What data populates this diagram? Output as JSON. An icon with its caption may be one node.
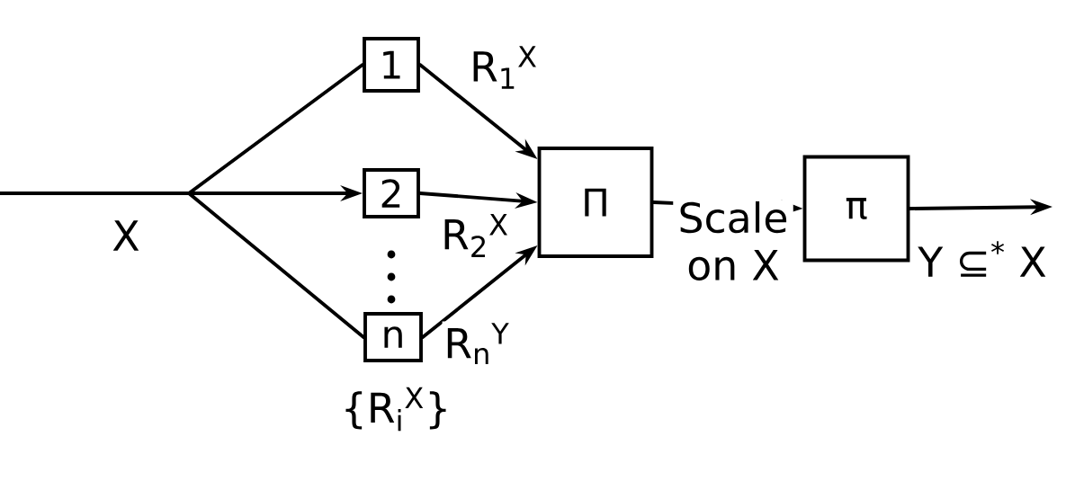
{
  "diagram": {
    "nodes": [
      {
        "text": [
          "1"
        ]
      },
      {
        "text": [
          "2"
        ]
      },
      {
        "text": [
          "n"
        ],
        "beside": [
          "{R$_{i}$$^{X}$}"
        ]
      },
      {
        "text": [
          "Π"
        ]
      },
      {
        "text": [
          "π"
        ]
      }
    ],
    "edges": [
      {
        "from": null,
        "to": 0,
        "arrow": "none"
      },
      {
        "from": null,
        "to": 1,
        "arrow": "to",
        "label": "X"
      },
      {
        "from": null,
        "to": 2,
        "arrow": "none"
      },
      {
        "from": 0,
        "to": 3,
        "arrow": "to",
        "label": "R$_{1}$$^{X}$"
      },
      {
        "from": 1,
        "to": 3,
        "arrow": "to",
        "label": "R$_{2}$$^{X}$"
      },
      {
        "from": 2,
        "to": 3,
        "arrow": "to",
        "label": "R$_{n}$$^{Y}$"
      },
      {
        "from": 3,
        "to": 4,
        "arrow": "to",
        "label": "Scale on X"
      },
      {
        "from": 4,
        "to": null,
        "arrow": "to",
        "label": "Y ⊆$^{*}$ X"
      }
    ]
  }
}
